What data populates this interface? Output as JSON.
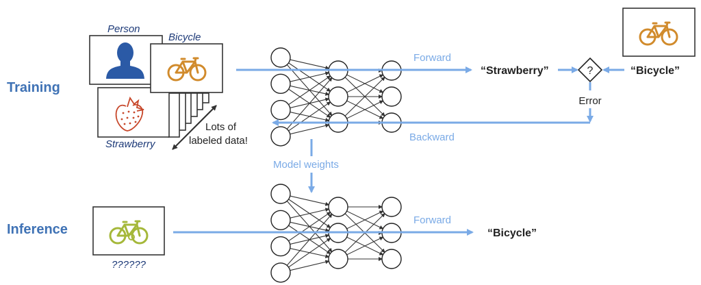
{
  "sections": {
    "training": "Training",
    "inference": "Inference"
  },
  "training": {
    "image_labels": {
      "person": "Person",
      "bicycle": "Bicycle",
      "strawberry": "Strawberry"
    },
    "data_note_line1": "Lots of",
    "data_note_line2": "labeled data!",
    "forward_label": "Forward",
    "backward_label": "Backward",
    "prediction": "“Strawberry”",
    "ground_truth": "“Bicycle”",
    "compare_symbol": "?",
    "error_label": "Error",
    "model_weights_label": "Model weights"
  },
  "inference": {
    "input_label": "??????",
    "forward_label": "Forward",
    "prediction": "“Bicycle”"
  },
  "network": {
    "layers": [
      4,
      3,
      3
    ]
  },
  "icons": {
    "person": "person-silhouette-icon",
    "bicycle": "bicycle-icon",
    "strawberry": "strawberry-icon"
  },
  "colors": {
    "section_title": "#3f72b5",
    "label_italic": "#1d3a78",
    "flow": "#7aaae6",
    "person": "#2b5aa6",
    "bicycle_orange": "#d18b2c",
    "bicycle_green": "#a5b83a",
    "strawberry": "#c7472a"
  }
}
